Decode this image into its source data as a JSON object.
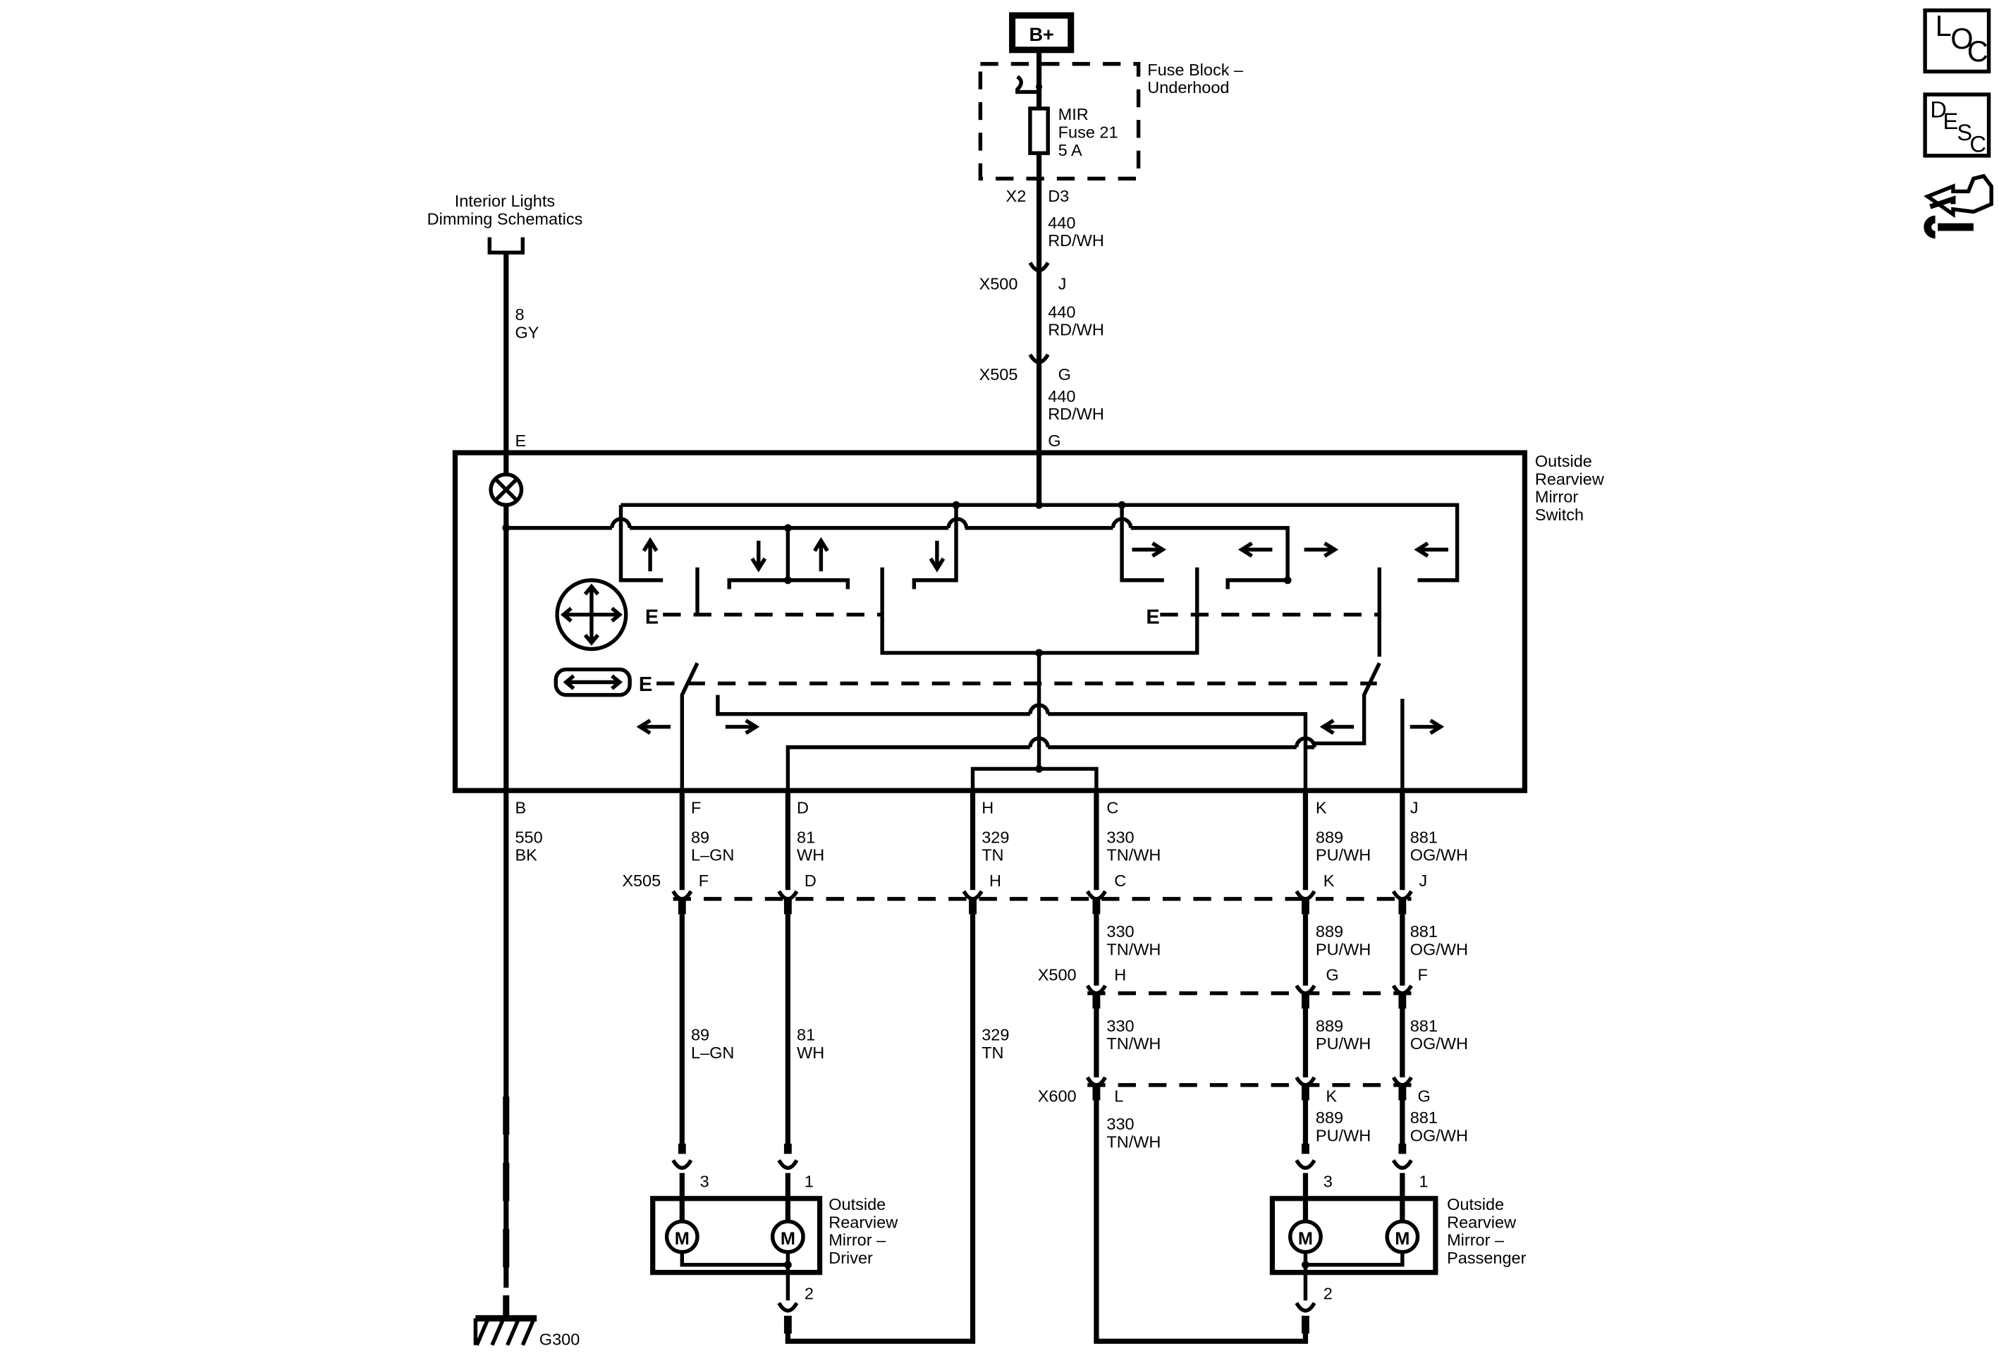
{
  "title_icons": {
    "loc": [
      "L",
      "O",
      "C"
    ],
    "desc": [
      "D",
      "E",
      "S",
      "C"
    ],
    "service_icon": "tool-hand-icon"
  },
  "power": {
    "source": "B+",
    "fuse_block_line1": "Fuse Block –",
    "fuse_block_line2": "Underhood",
    "fuse_line1": "MIR",
    "fuse_line2": "Fuse 21",
    "fuse_line3": "5 A",
    "connector": "X2",
    "pin": "D3"
  },
  "supply_segments": [
    {
      "circuit": "440",
      "color": "RD/WH"
    },
    {
      "circuit": "440",
      "color": "RD/WH"
    },
    {
      "circuit": "440",
      "color": "RD/WH"
    }
  ],
  "supply_connectors": [
    {
      "name": "X500",
      "pin": "J"
    },
    {
      "name": "X505",
      "pin": "G"
    }
  ],
  "dimming": {
    "line1": "Interior Lights",
    "line2": "Dimming Schematics",
    "circuit": "8",
    "color": "GY"
  },
  "switch": {
    "name_line1": "Outside",
    "name_line2": "Rearview",
    "name_line3": "Mirror",
    "name_line4": "Switch",
    "top_pins": [
      "E",
      "G"
    ],
    "selector_letter": "E"
  },
  "bottom_wires": [
    {
      "pin": "B",
      "circuit": "550",
      "color": "BK"
    },
    {
      "pin": "F",
      "circuit": "89",
      "color": "L–GN"
    },
    {
      "pin": "D",
      "circuit": "81",
      "color": "WH"
    },
    {
      "pin": "H",
      "circuit": "329",
      "color": "TN"
    },
    {
      "pin": "C",
      "circuit": "330",
      "color": "TN/WH"
    },
    {
      "pin": "K",
      "circuit": "889",
      "color": "PU/WH"
    },
    {
      "pin": "J",
      "circuit": "881",
      "color": "OG/WH"
    }
  ],
  "x505_bottom": {
    "name": "X505",
    "pins": [
      "F",
      "D",
      "H",
      "C",
      "K",
      "J"
    ]
  },
  "x500_bottom": {
    "name": "X500",
    "pins": [
      "H",
      "G",
      "F"
    ]
  },
  "x600_bottom": {
    "name": "X600",
    "pins": [
      "L",
      "K",
      "G"
    ]
  },
  "mid_wires": [
    {
      "circuit": "330",
      "color": "TN/WH"
    },
    {
      "circuit": "889",
      "color": "PU/WH"
    },
    {
      "circuit": "881",
      "color": "OG/WH"
    }
  ],
  "driver_wires": [
    {
      "circuit": "89",
      "color": "L–GN"
    },
    {
      "circuit": "81",
      "color": "WH"
    },
    {
      "circuit": "329",
      "color": "TN"
    }
  ],
  "motor_label": "M",
  "driver_mirror": {
    "line1": "Outside",
    "line2": "Rearview",
    "line3": "Mirror –",
    "line4": "Driver",
    "pins": [
      "3",
      "1",
      "2"
    ]
  },
  "passenger_mirror": {
    "line1": "Outside",
    "line2": "Rearview",
    "line3": "Mirror –",
    "line4": "Passenger",
    "pins": [
      "3",
      "1",
      "2"
    ]
  },
  "ground": "G300"
}
